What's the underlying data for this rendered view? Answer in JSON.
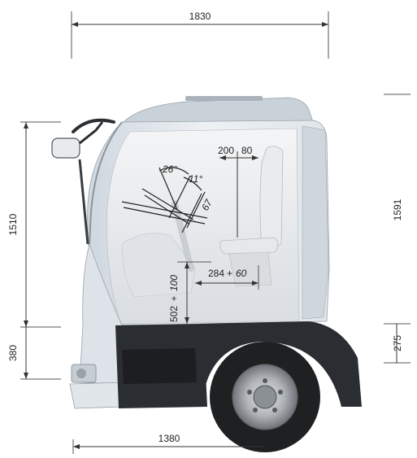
{
  "dimensions": {
    "cab_width": "1830",
    "cab_height_left": "1510",
    "floor_height_left": "380",
    "cab_height_right": "1591",
    "floor_height_right": "275",
    "cab_length": "1380",
    "seat_horizontal": "200",
    "seat_horizontal_extra": "80",
    "seat_depth": "284",
    "seat_depth_extra": "60",
    "seat_height": "502",
    "seat_height_extra": "100",
    "steering_angle_1": "26°",
    "steering_angle_2": "11°",
    "steering_adjust": "67"
  },
  "colors": {
    "cab_body": "#d6dde4",
    "cab_light": "#eef1f4",
    "wheel_arch": "#2a2d31",
    "tyre": "#1f2022",
    "rim": "#b9bcc0",
    "dimension_line": "#333333"
  }
}
